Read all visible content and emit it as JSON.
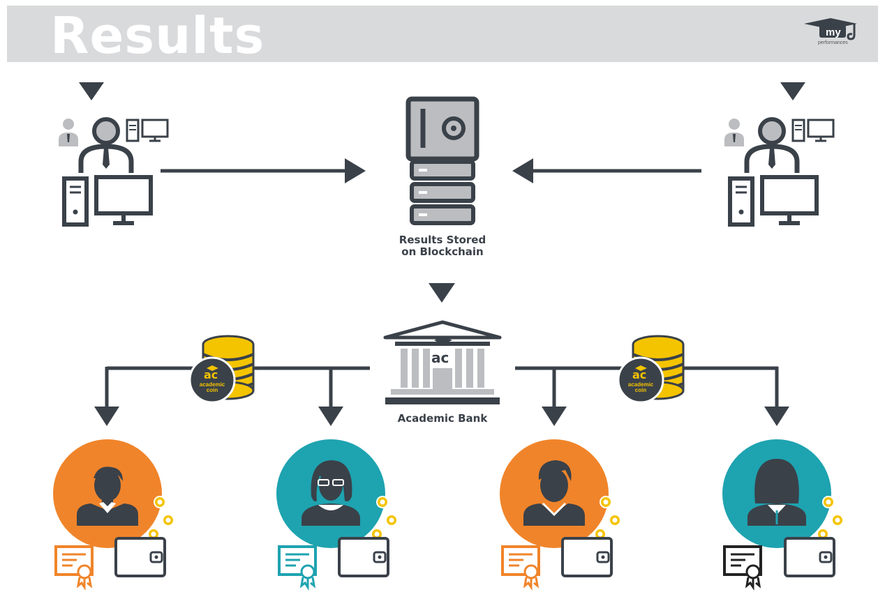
{
  "header": {
    "title": "Results",
    "logo_text": "my",
    "logo_sub": "performances"
  },
  "center": {
    "storage_label_line1": "Results Stored",
    "storage_label_line2": "on Blockchain",
    "bank_label": "Academic Bank",
    "bank_logo_text": "ac"
  },
  "coins": [
    {
      "label_line1": "academic",
      "label_line2": "coin",
      "mark": "ac"
    },
    {
      "label_line1": "academic",
      "label_line2": "coin",
      "mark": "ac"
    }
  ],
  "icons": {
    "teacher": "teacher-workstation-icon",
    "safe": "blockchain-server-safe-icon",
    "bank": "academic-bank-icon",
    "coin_stack": "academic-coin-stack-icon",
    "student": "student-avatar-icon",
    "certificate": "certificate-icon",
    "wallet": "wallet-icon"
  },
  "colors": {
    "dark": "#3a4149",
    "orange": "#f0842a",
    "teal": "#1ea3b0",
    "gold": "#f5c400",
    "header_bg": "#d9dadc",
    "light_gray": "#bcbdc0"
  },
  "students": [
    {
      "circle_color": "#f0842a",
      "certificate_color": "#f0842a"
    },
    {
      "circle_color": "#1ea3b0",
      "certificate_color": "#1ea3b0"
    },
    {
      "circle_color": "#f0842a",
      "certificate_color": "#f0842a"
    },
    {
      "circle_color": "#1ea3b0",
      "certificate_color": "#222222"
    }
  ]
}
